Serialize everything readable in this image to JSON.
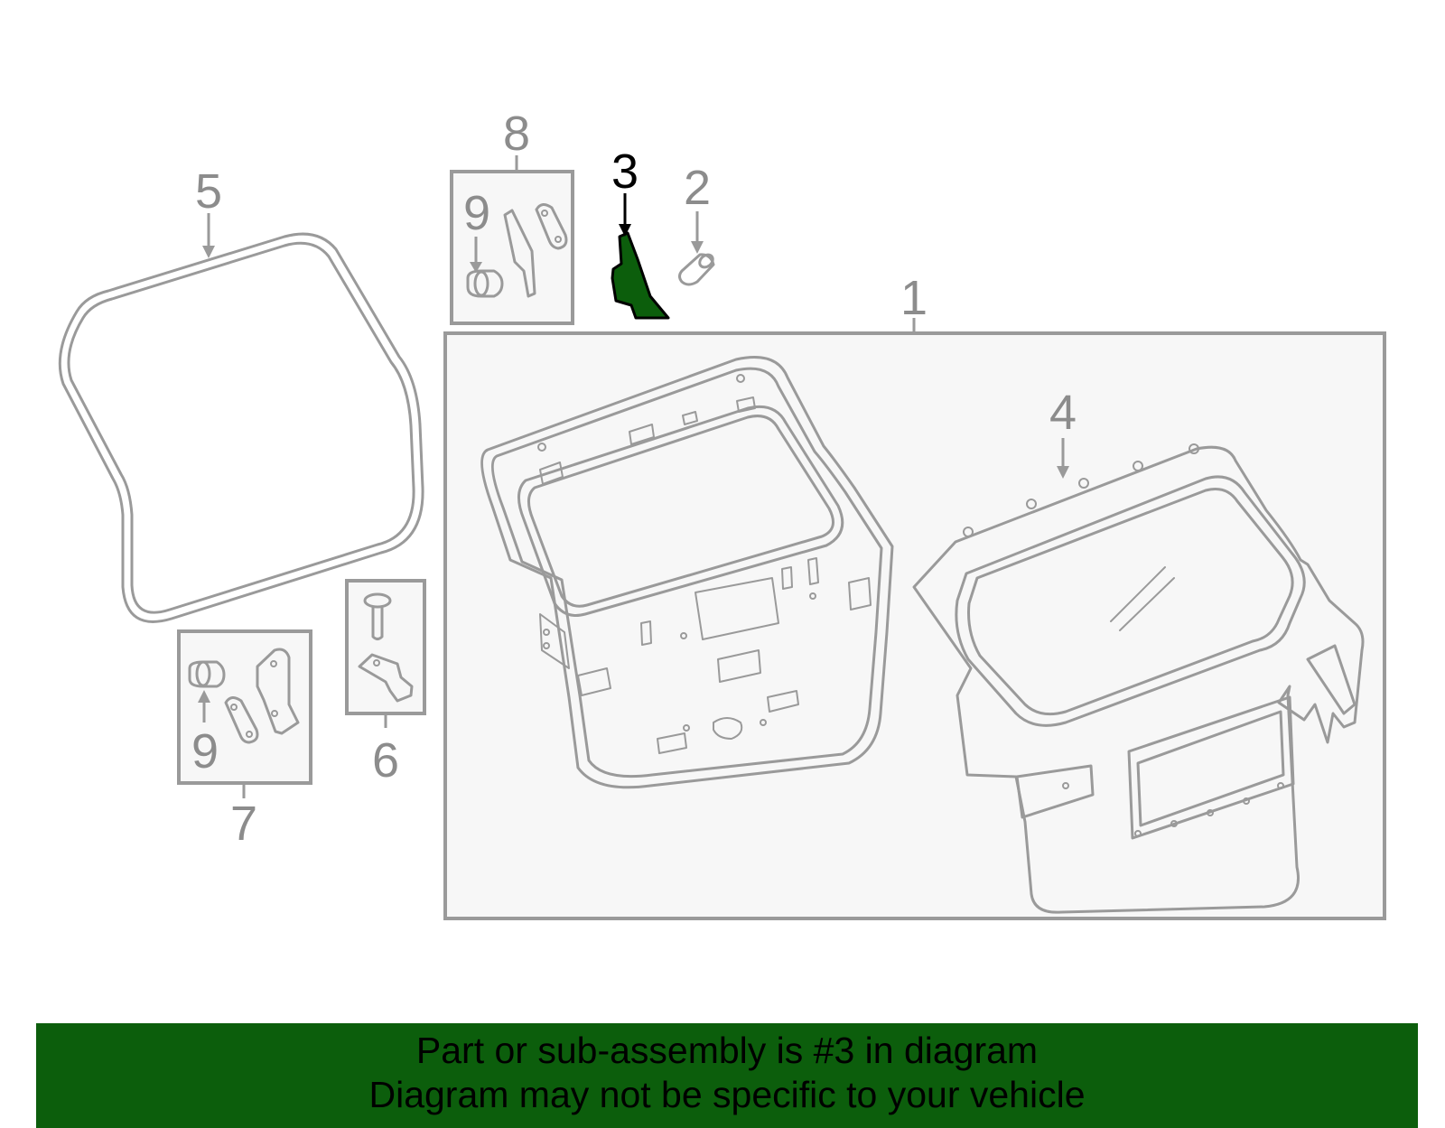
{
  "diagram": {
    "selected_part": "3",
    "colors": {
      "line": "#9a9a9a",
      "box_fill": "#f7f7f7",
      "highlight": "#0c5e0c",
      "selected_label": "#000000",
      "label": "#8c8c8c"
    },
    "callouts": {
      "c1": "1",
      "c2": "2",
      "c3": "3",
      "c4": "4",
      "c5": "5",
      "c6": "6",
      "c7": "7",
      "c8": "8",
      "c9_box8": "9",
      "c9_box7": "9"
    }
  },
  "footer": {
    "line1": "Part or sub-assembly is #3 in diagram",
    "line2": "Diagram may not be specific to your vehicle"
  }
}
